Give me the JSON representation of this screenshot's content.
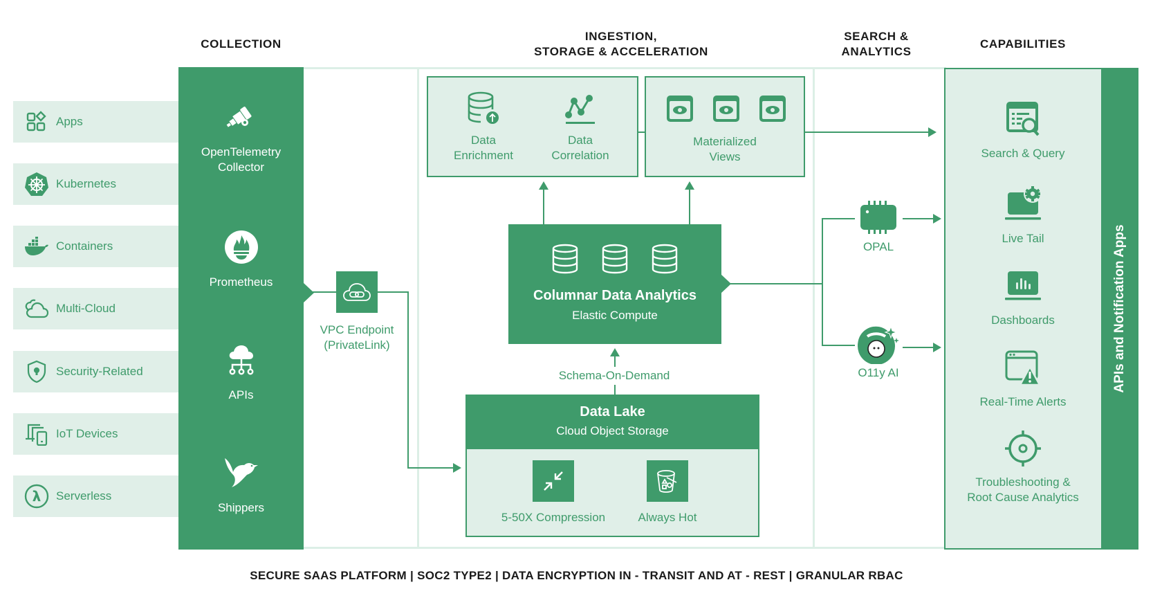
{
  "headers": {
    "collection": "COLLECTION",
    "ingestion_line1": "INGESTION,",
    "ingestion_line2": "STORAGE & ACCELERATION",
    "search_line1": "SEARCH &",
    "search_line2": "ANALYTICS",
    "capabilities": "CAPABILITIES"
  },
  "sources": [
    {
      "label": "Apps",
      "icon": "apps-icon"
    },
    {
      "label": "Kubernetes",
      "icon": "kubernetes-icon"
    },
    {
      "label": "Containers",
      "icon": "docker-icon"
    },
    {
      "label": "Multi-Cloud",
      "icon": "cloud-icon"
    },
    {
      "label": "Security-Related",
      "icon": "shield-icon"
    },
    {
      "label": "IoT Devices",
      "icon": "devices-icon"
    },
    {
      "label": "Serverless",
      "icon": "lambda-icon"
    }
  ],
  "collection": [
    {
      "line1": "OpenTelemetry",
      "line2": "Collector",
      "icon": "telescope-icon"
    },
    {
      "line1": "Prometheus",
      "line2": "",
      "icon": "prometheus-icon"
    },
    {
      "line1": "APIs",
      "line2": "",
      "icon": "cloud-network-icon"
    },
    {
      "line1": "Shippers",
      "line2": "",
      "icon": "bird-icon"
    }
  ],
  "vpc": {
    "line1": "VPC Endpoint",
    "line2": "(PrivateLink)"
  },
  "enrichment": {
    "line1": "Data",
    "line2": "Enrichment"
  },
  "correlation": {
    "line1": "Data",
    "line2": "Correlation"
  },
  "materialized": {
    "line1": "Materialized",
    "line2": "Views"
  },
  "columnar": {
    "title": "Columnar Data Analytics",
    "subtitle": "Elastic Compute"
  },
  "schema_label": "Schema-On-Demand",
  "data_lake": {
    "title": "Data Lake",
    "subtitle": "Cloud Object Storage",
    "compression": "5-50X Compression",
    "always_hot": "Always Hot"
  },
  "analytics": {
    "opal": "OPAL",
    "ai": "O11y AI"
  },
  "capabilities": [
    {
      "line1": "Search & Query",
      "line2": ""
    },
    {
      "line1": "Live Tail",
      "line2": ""
    },
    {
      "line1": "Dashboards",
      "line2": ""
    },
    {
      "line1": "Real-Time Alerts",
      "line2": ""
    },
    {
      "line1": "Troubleshooting &",
      "line2": "Root Cause Analytics"
    }
  ],
  "apis_bar": "APIs and Notification Apps",
  "footer": "SECURE SAAS PLATFORM | SOC2 TYPE2 | DATA ENCRYPTION IN - TRANSIT AND AT - REST | GRANULAR RBAC",
  "colors": {
    "primary": "#3f9b6b",
    "light": "#e0efe8",
    "frame": "#dcefe6",
    "text": "#1a1a1a"
  }
}
